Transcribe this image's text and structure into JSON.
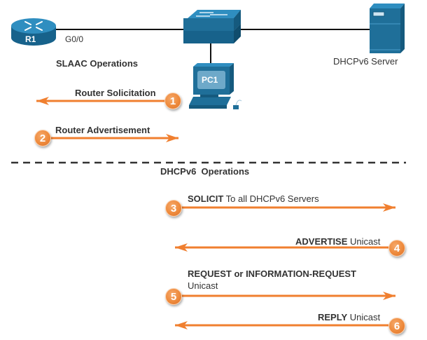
{
  "colors": {
    "arrow": "#f07f2f",
    "device": "#1f6f99",
    "device_dark": "#155a7e",
    "line": "#111111",
    "dash": "#333333",
    "text": "#333333"
  },
  "topology": {
    "router": {
      "label": "R1",
      "icon": "router-icon"
    },
    "router_interface": "G0/0",
    "switch": {
      "icon": "switch-icon"
    },
    "pc": {
      "label": "PC1",
      "icon": "pc-icon"
    },
    "server": {
      "label": "DHCPv6 Server",
      "icon": "server-icon"
    }
  },
  "sections": {
    "slaac_title": "SLAAC Operations",
    "dhcp_title": "DHCPv6  Operations"
  },
  "steps": [
    {
      "number": "1",
      "bold": "Router Solicitation",
      "normal": "",
      "direction": "left"
    },
    {
      "number": "2",
      "bold": "Router Advertisement",
      "normal": "",
      "direction": "right"
    },
    {
      "number": "3",
      "bold": "SOLICIT",
      "normal": " To all DHCPv6 Servers",
      "direction": "right"
    },
    {
      "number": "4",
      "bold": "ADVERTISE",
      "normal": " Unicast",
      "direction": "left"
    },
    {
      "number": "5",
      "bold": "REQUEST or INFORMATION-REQUEST",
      "normal": "Unicast",
      "direction": "right"
    },
    {
      "number": "6",
      "bold": "REPLY",
      "normal": " Unicast",
      "direction": "left"
    }
  ]
}
